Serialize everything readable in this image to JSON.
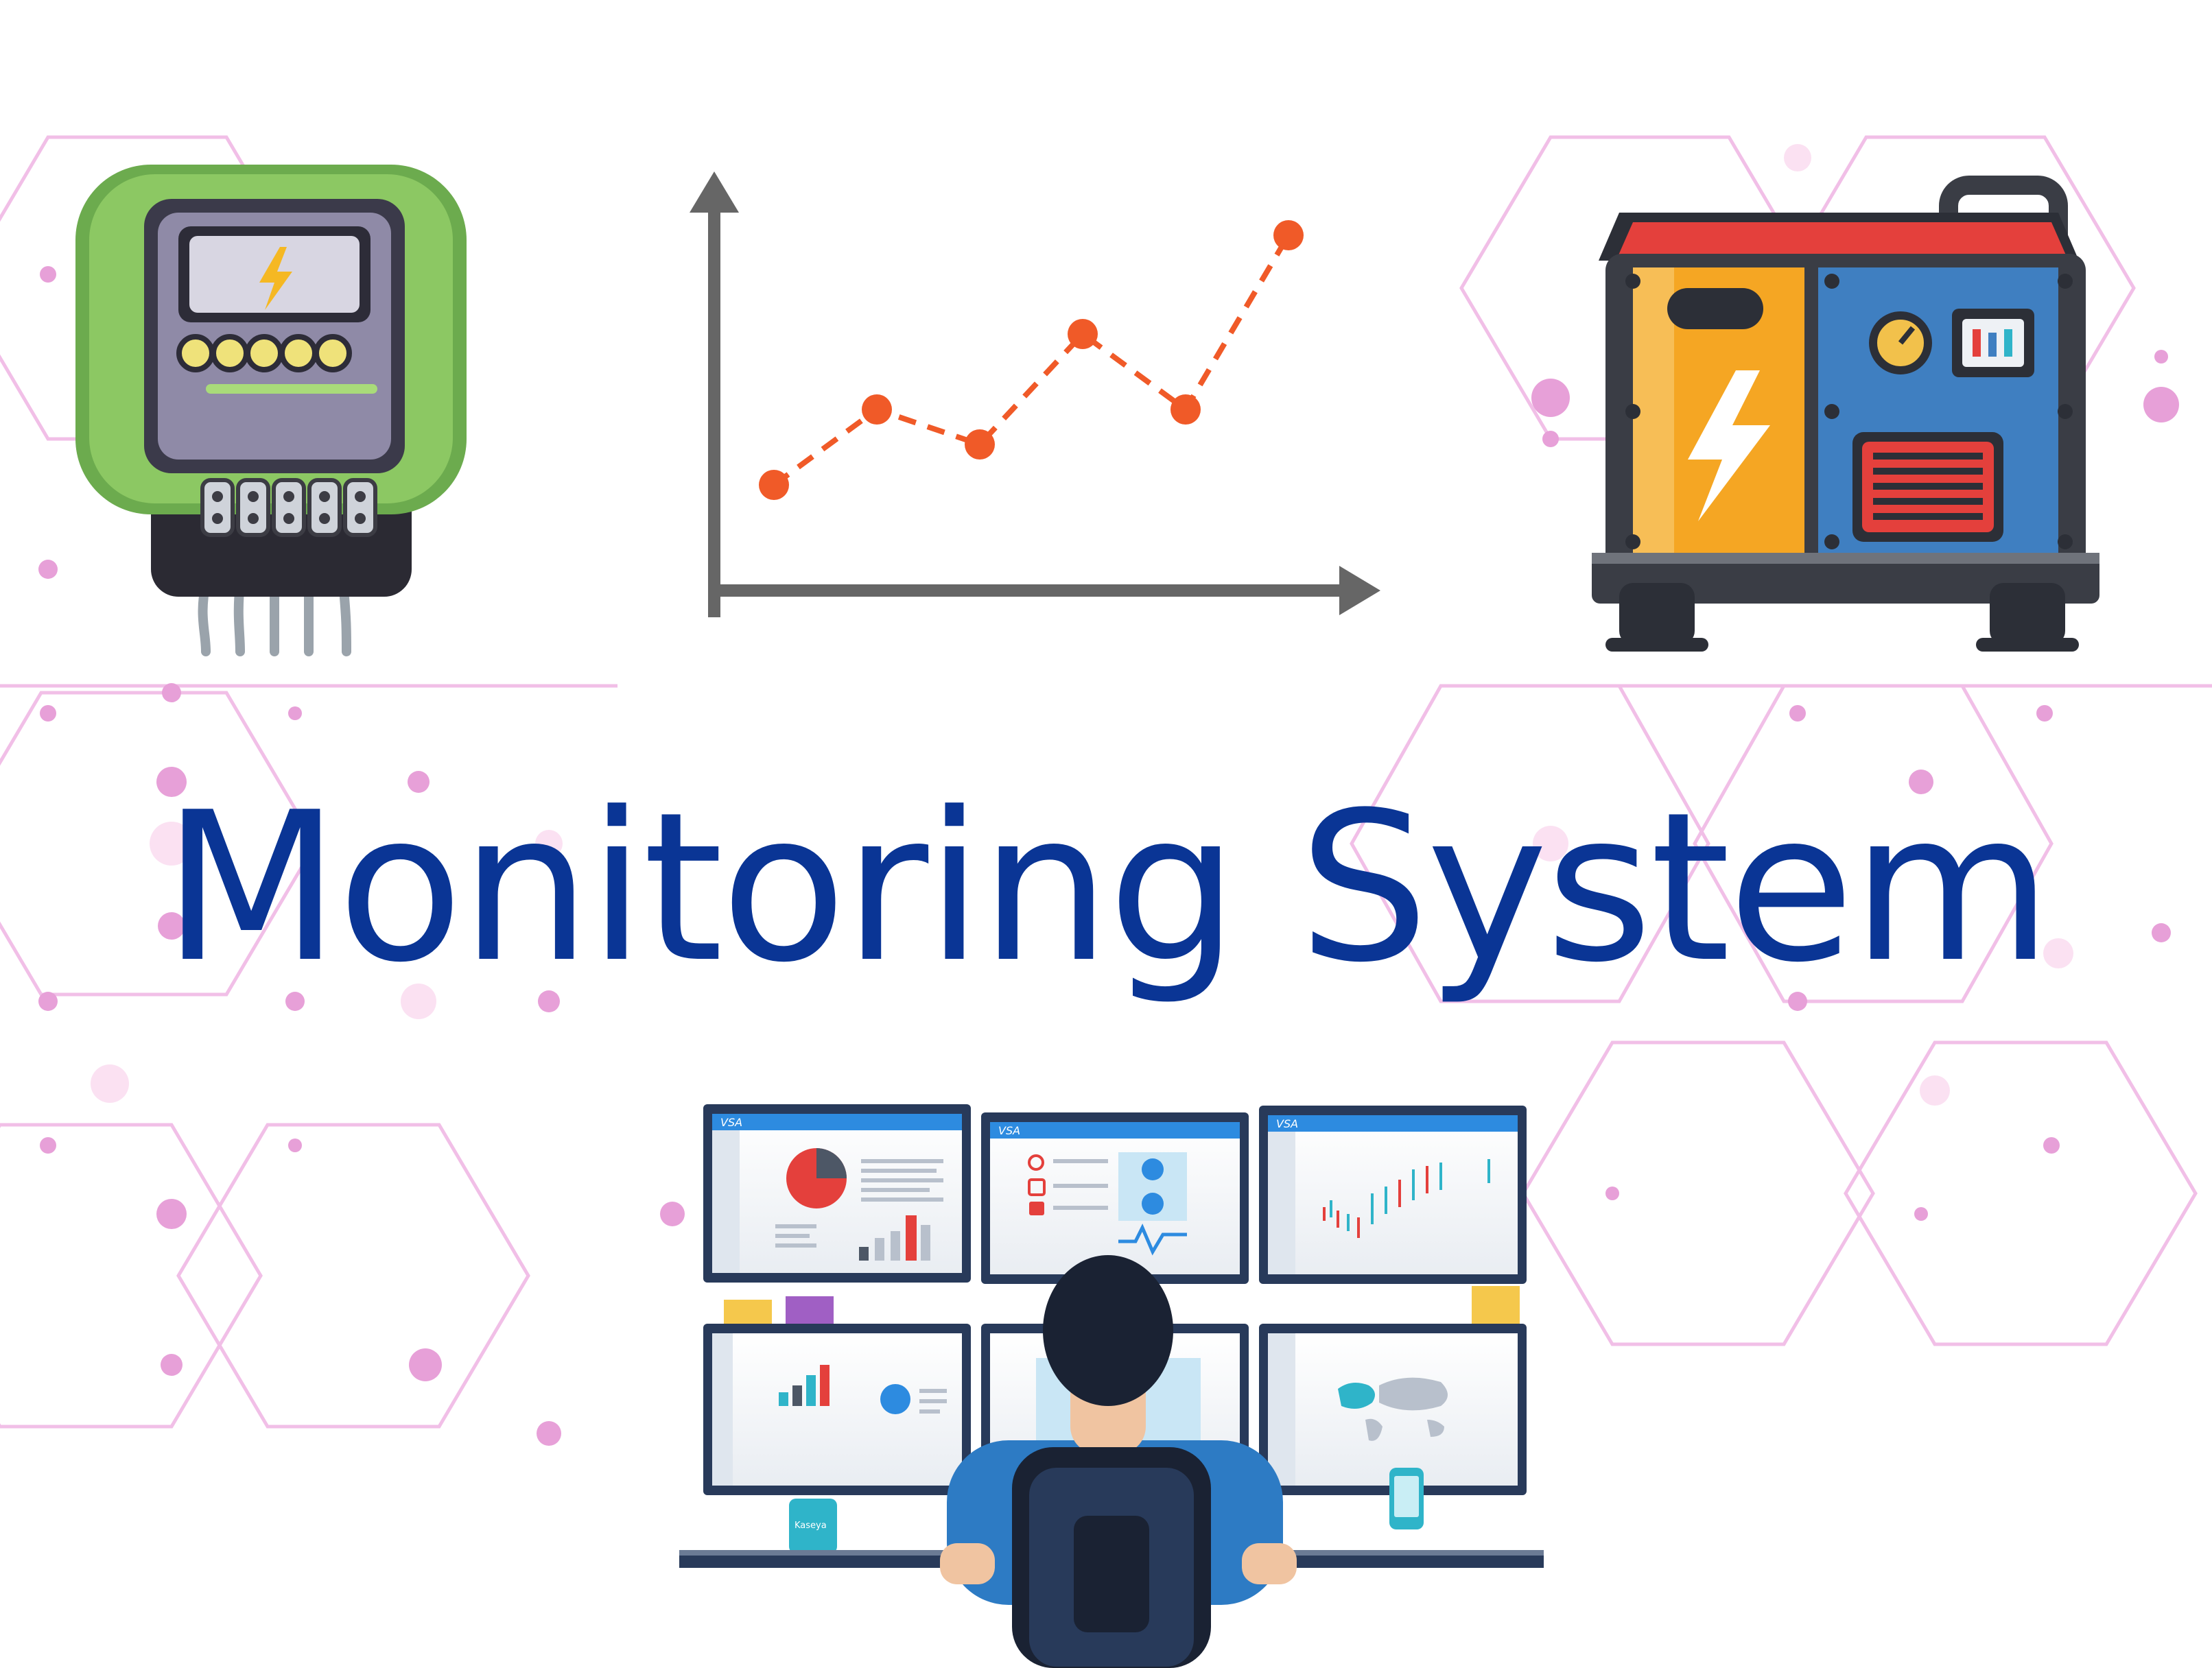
{
  "title": "Monitoring System",
  "colors": {
    "title": "#0a3595",
    "hex_pattern": "#e9a7dc",
    "trend_line": "#f05a28",
    "axis": "#666666"
  },
  "icons": {
    "meter": "electric-meter-icon",
    "chart": "line-chart-icon",
    "generator": "power-generator-icon",
    "operator": "operator-at-monitors-illustration"
  },
  "monitor_logo": "VSA",
  "mug_logo": "Kaseya"
}
